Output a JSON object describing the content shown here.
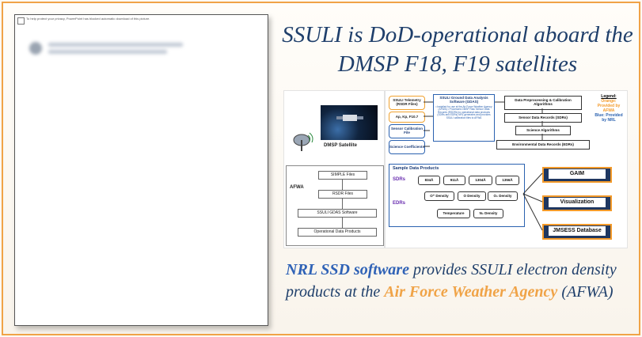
{
  "slide": {
    "title": "SSULI is DoD-operational aboard the DMSP F18, F19 satellites",
    "caption": {
      "part1": "NRL SSD software",
      "part2": " provides SSULI electron density products at the ",
      "part3": "Air Force Weather Agency",
      "part4": " (AFWA)"
    },
    "accent_color": "#f0a347",
    "text_color": "#1f3f6b"
  },
  "blocked_picture": {
    "notice": "To help protect your privacy, PowerPoint has blocked automatic download of this picture."
  },
  "diagram_left": {
    "satellite_label": "DMSP Satellite",
    "afwa_label": "AFWA",
    "steps": [
      "SIMPLE Files",
      "RSDR Files",
      "SSULI GDAS Software",
      "Operational Data Products"
    ]
  },
  "diagram_right": {
    "inputs": [
      "SSULI Telemetry (RSDR Files)",
      "Ap, Kp, F10.7",
      "Sensor Calibration File",
      "Science Coefficients"
    ],
    "gdas_title": "SSULI Ground Data Analysis Software (GDAS)",
    "gdas_bullets": "• Installed for use at the Air Force Weather Agency (AFWA)  • Processes DMSP Raw Sensor Data Records (RSDRs) to operational data products (SDRs and EDRs) NRL generates and provides SSULI calibration files to AFWA",
    "processing": [
      "Data Preprocessing & Calibration Algorithms",
      "Sensor Data Records (SDRs)",
      "Science Algorithms",
      "Environmental Data Records (EDRs)"
    ],
    "legend": {
      "title": "Legend:",
      "orange": "Orange: Provided by AFWA",
      "blue": "Blue: Provided by NRL"
    },
    "sample_title": "Sample Data Products",
    "sdr_label": "SDRs",
    "edr_label": "EDRs",
    "sdrs": [
      "834Å",
      "911Å",
      "1304Å",
      "1356Å"
    ],
    "edrs_row1": [
      "O⁺ Density",
      "O Density",
      "O₂ Density"
    ],
    "edrs_row2": [
      "Temperature",
      "N₂ Density"
    ],
    "outputs": [
      "GAIM",
      "Visualization",
      "JMSESS Database"
    ]
  }
}
